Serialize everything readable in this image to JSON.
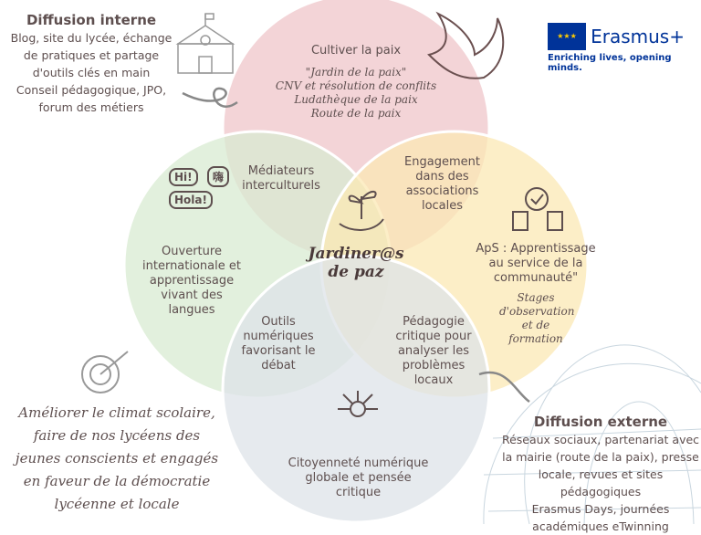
{
  "internal": {
    "title": "Diffusion interne",
    "lines": [
      "Blog, site du lycée, échange",
      "de pratiques et partage",
      "d'outils clés en main",
      "Conseil pédagogique, JPO,",
      "forum des métiers"
    ]
  },
  "external": {
    "title": "Diffusion externe",
    "lines": [
      "Réseaux sociaux, partenariat avec",
      "la mairie (route de la paix), presse",
      "locale, revues et sites pédagogiques",
      "Erasmus Days, journées",
      "académiques eTwinning"
    ]
  },
  "logo": {
    "name": "Erasmus+",
    "tagline": "Enriching lives, opening minds.",
    "color": "#003399"
  },
  "center": {
    "title": "Jardiner@s de paz"
  },
  "circles": {
    "top": {
      "title": "Cultiver la paix",
      "items": [
        "\"Jardin de la paix\"",
        "CNV et résolution de conflits",
        "Ludathèque de la paix",
        "Route de la paix"
      ],
      "color": "#f2cfd3"
    },
    "left": {
      "title": "Ouverture internationale et apprentissage vivant des langues",
      "color": "#d8ebd2"
    },
    "right": {
      "title": "ApS : Apprentissage au service de la communauté\"",
      "items": "Stages d'observation et de formation",
      "color": "#fbe8b4"
    },
    "bottom": {
      "title": "Citoyenneté numérique globale et pensée critique",
      "color": "#dde3e8"
    }
  },
  "overlaps": {
    "top_left": "Médiateurs interculturels",
    "top_right": "Engagement dans des associations locales",
    "bottom_left": "Outils numériques favorisant le débat",
    "bottom_right": "Pédagogie critique pour analyser les problèmes locaux"
  },
  "bubbles": [
    "Hi!",
    "嗨",
    "Hola!"
  ],
  "goal": [
    "Améliorer le climat scolaire,",
    "faire de nos lycéens des",
    "jeunes conscients et engagés",
    "en faveur de la démocratie",
    "lycéenne et locale"
  ]
}
